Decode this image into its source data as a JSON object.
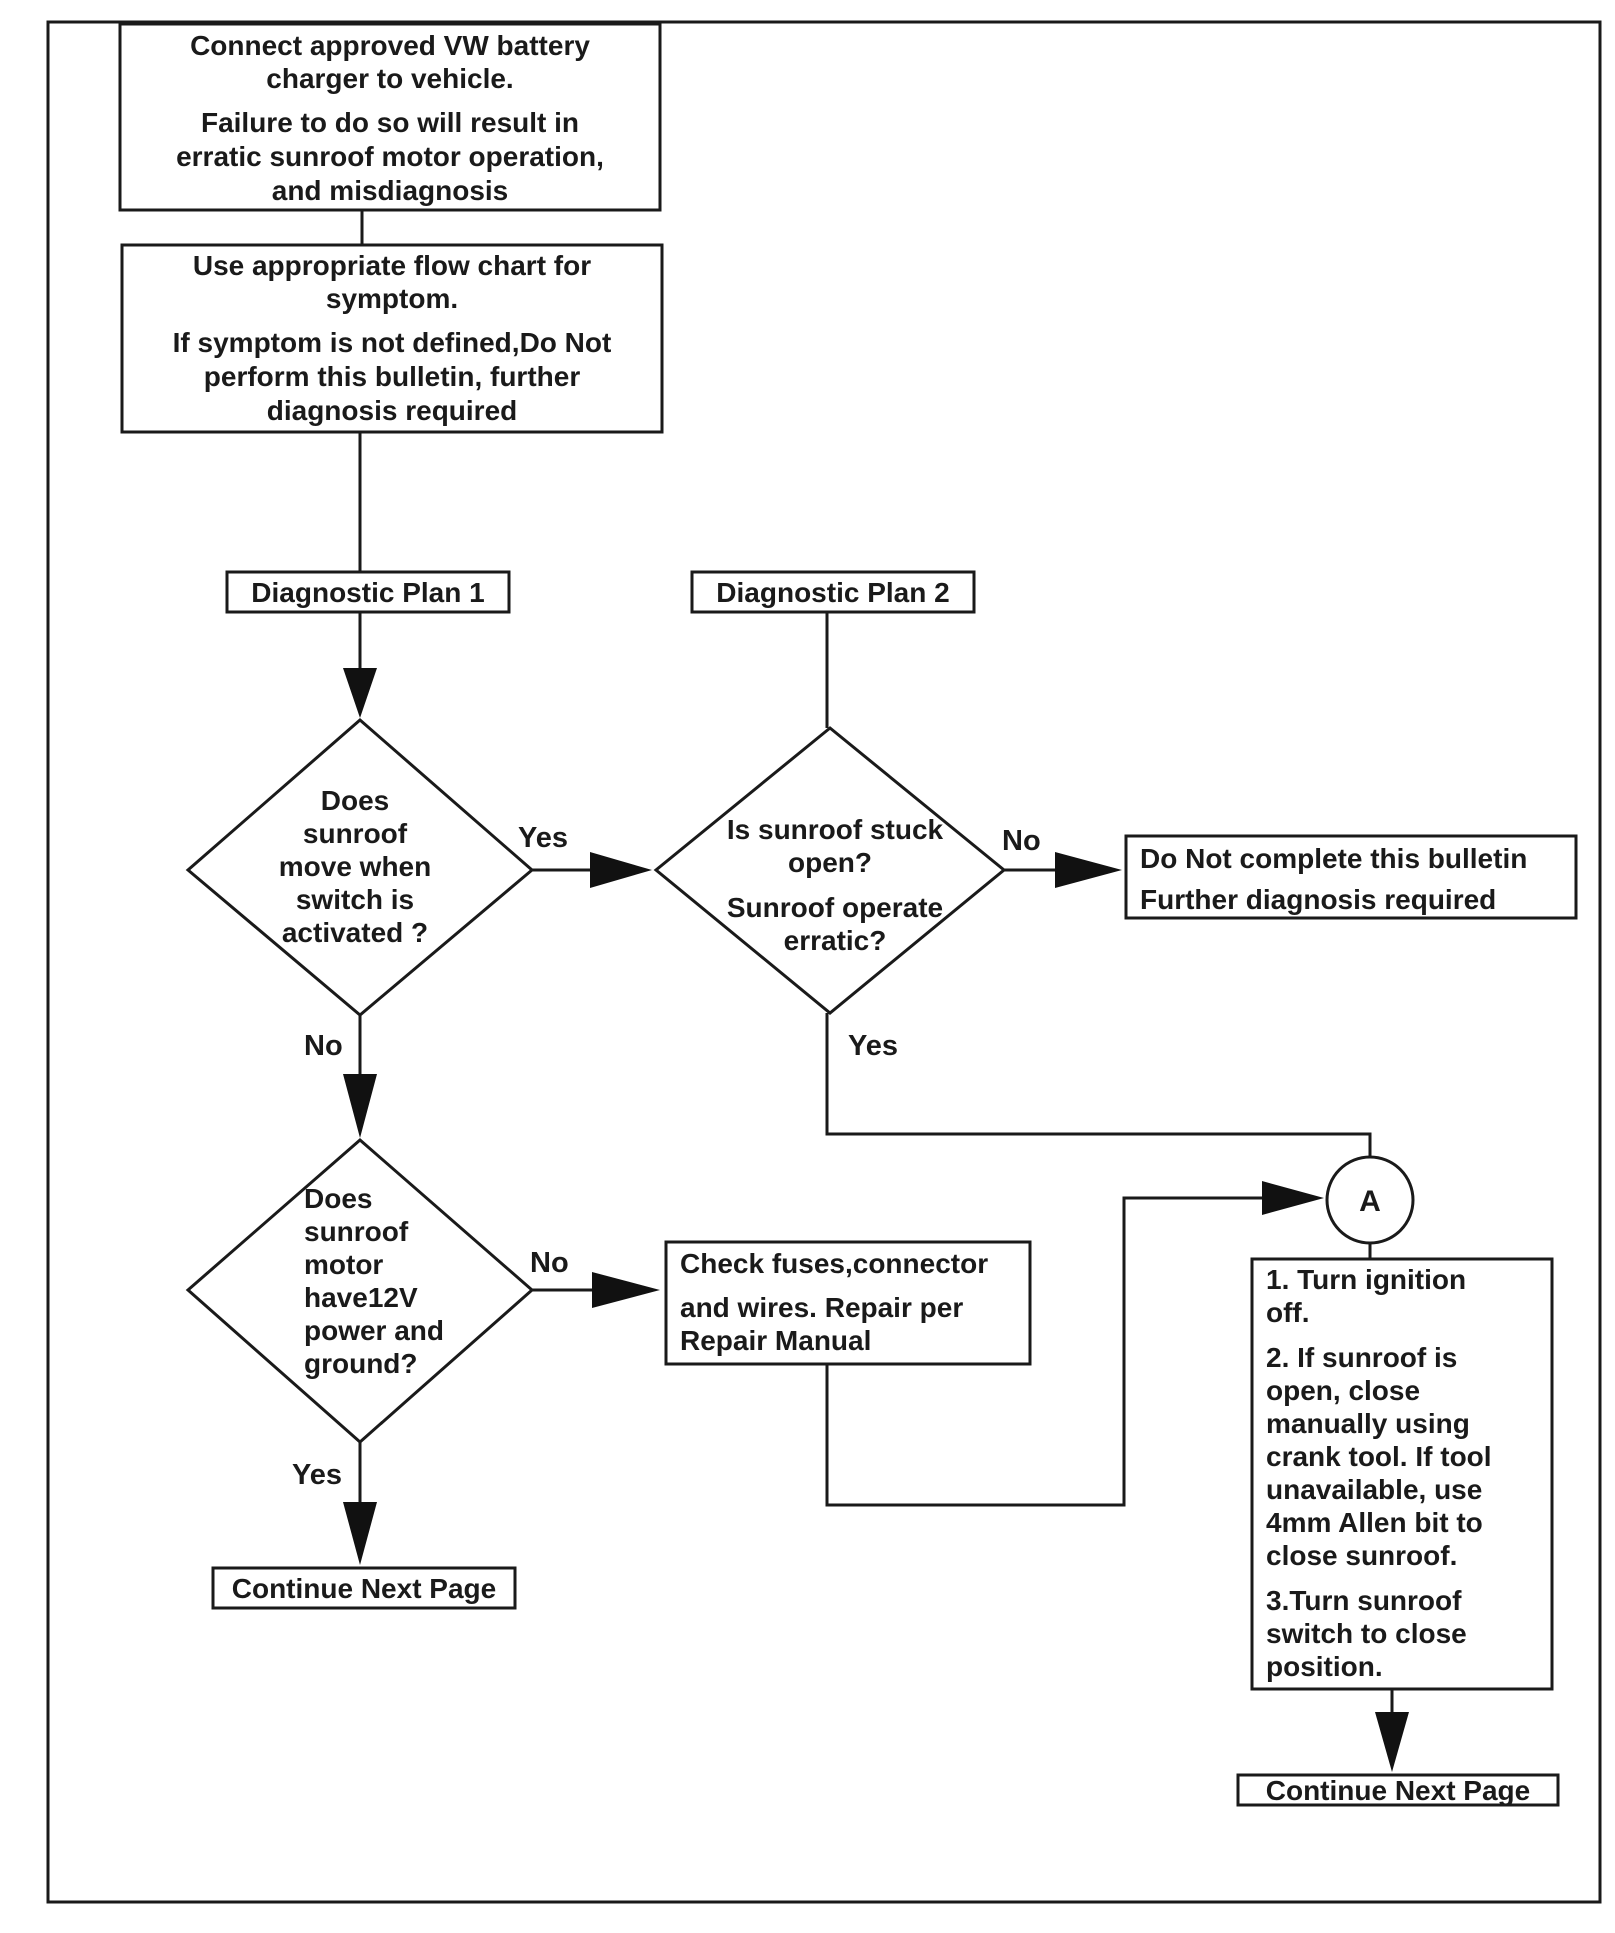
{
  "diagram": {
    "nodes": {
      "charger": {
        "lines": [
          "Connect approved VW battery",
          "charger to vehicle.",
          "Failure to do so will result in",
          "erratic sunroof motor operation,",
          "and misdiagnosis"
        ]
      },
      "flowchart": {
        "lines": [
          "Use appropriate flow chart for",
          "symptom.",
          "If symptom is not defined,Do Not",
          "perform this bulletin, further",
          "diagnosis required"
        ]
      },
      "plan1": {
        "label": "Diagnostic Plan 1"
      },
      "plan2": {
        "label": "Diagnostic Plan 2"
      },
      "q_moves": {
        "lines": [
          "Does",
          "sunroof",
          "move when",
          "switch is",
          "activated ?"
        ]
      },
      "q_stuck": {
        "lines": [
          "Is sunroof stuck",
          "open?",
          "Sunroof operate",
          "erratic?"
        ]
      },
      "do_not": {
        "lines": [
          "Do Not complete this bulletin",
          "Further diagnosis required"
        ]
      },
      "q_power": {
        "lines": [
          "Does",
          "sunroof",
          "motor",
          "have12V",
          "power and",
          "ground?"
        ]
      },
      "check_fuses": {
        "lines": [
          "Check fuses,connector",
          "and wires. Repair per",
          "Repair Manual"
        ]
      },
      "connector_a": {
        "label": "A"
      },
      "steps": {
        "lines": [
          "1. Turn ignition",
          "off.",
          "2. If sunroof is",
          "open, close",
          "manually using",
          "crank tool. If tool",
          "unavailable, use",
          "4mm Allen bit to",
          "close sunroof.",
          "3.Turn sunroof",
          "switch to close",
          "position."
        ]
      },
      "continue_left": {
        "label": "Continue Next Page"
      },
      "continue_right": {
        "label": "Continue Next Page"
      }
    },
    "edge_labels": {
      "yes_moves": "Yes",
      "no_moves": "No",
      "no_stuck": "No",
      "yes_stuck": "Yes",
      "no_power": "No",
      "yes_power": "Yes"
    }
  }
}
